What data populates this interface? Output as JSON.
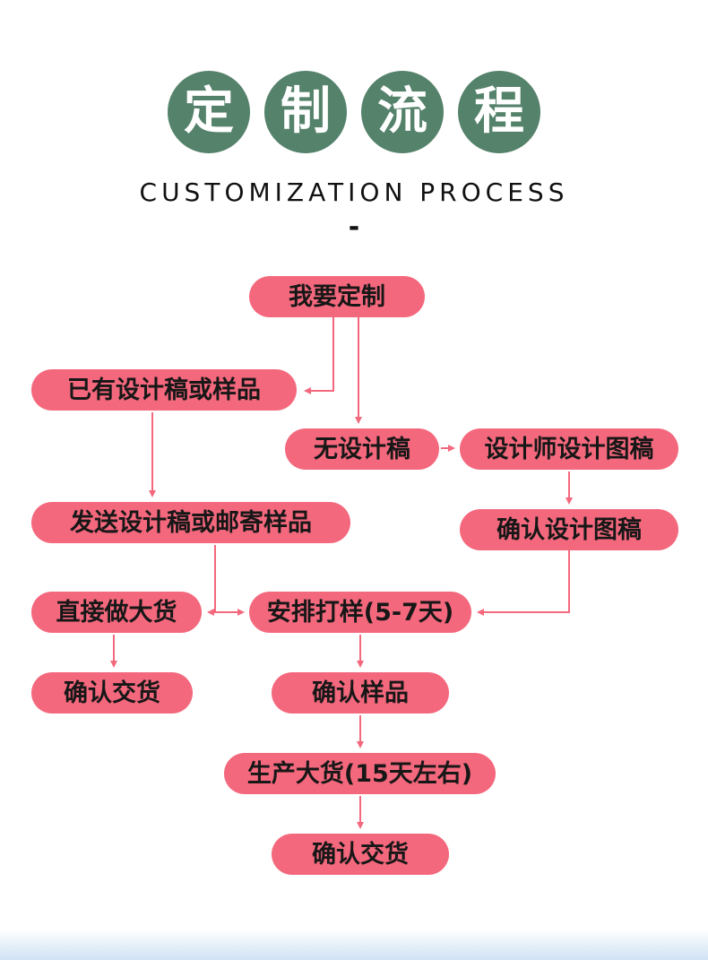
{
  "header": {
    "title_chars": [
      "定",
      "制",
      "流",
      "程"
    ],
    "subtitle": "CUSTOMIZATION PROCESS",
    "dash": "-"
  },
  "colors": {
    "circle_green": "#55826b",
    "pill_pink": "#f4687d",
    "pill_text": "#171717",
    "arrow_pink": "#f4687d",
    "footer_blue": "#cfe2f4"
  },
  "flow": {
    "nodes": [
      {
        "id": "start-customize",
        "label": "我要定制"
      },
      {
        "id": "have-design",
        "label": "已有设计稿或样品"
      },
      {
        "id": "no-design",
        "label": "无设计稿"
      },
      {
        "id": "designer-design",
        "label": "设计师设计图稿"
      },
      {
        "id": "confirm-design",
        "label": "确认设计图稿"
      },
      {
        "id": "send-design",
        "label": "发送设计稿或邮寄样品"
      },
      {
        "id": "direct-bulk",
        "label": "直接做大货"
      },
      {
        "id": "arrange-sample",
        "label": "安排打样(5-7天)"
      },
      {
        "id": "confirm-delivery-1",
        "label": "确认交货"
      },
      {
        "id": "confirm-sample",
        "label": "确认样品"
      },
      {
        "id": "produce-bulk",
        "label": "生产大货(15天左右)"
      },
      {
        "id": "confirm-delivery-2",
        "label": "确认交货"
      }
    ]
  }
}
